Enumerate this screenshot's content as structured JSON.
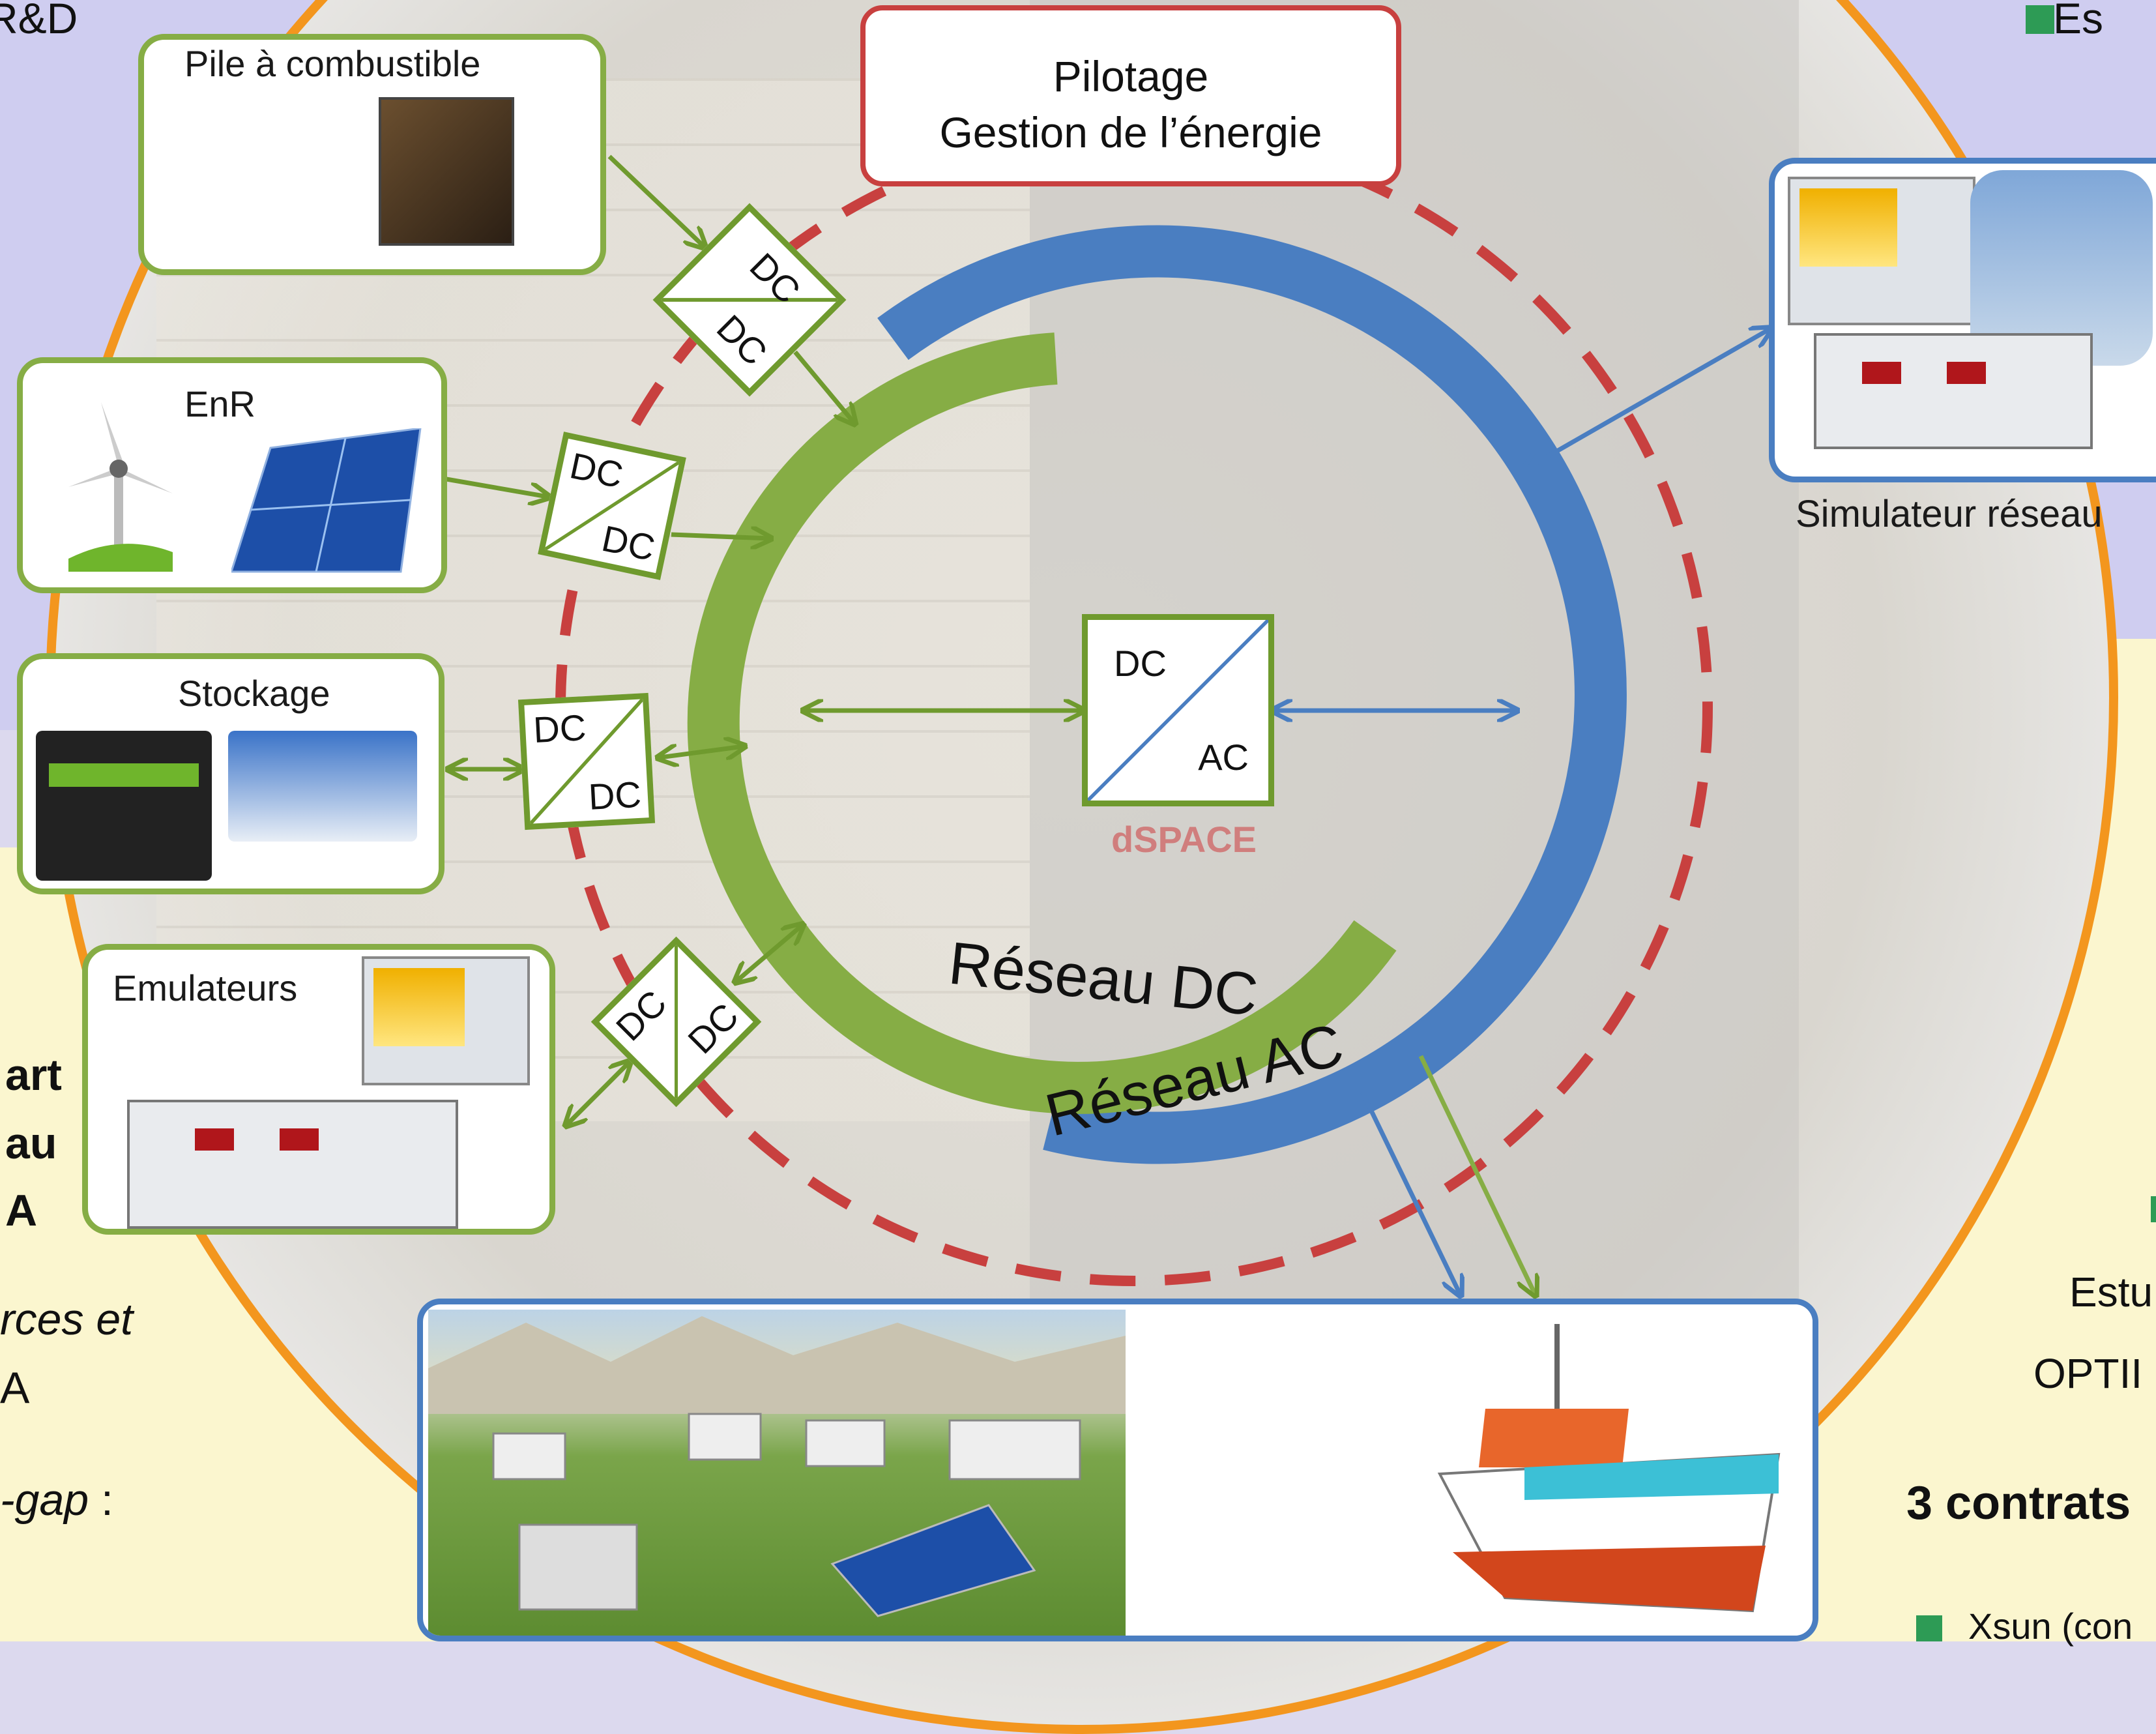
{
  "side_text": {
    "top_left": "R&D",
    "top_right": "Es",
    "left_1": "art",
    "left_2": "au",
    "left_3": "A",
    "left_italic_1": "rces et",
    "left_italic_2": "A",
    "left_italic_3": "-gap",
    "left_italic_3_tail": " :",
    "right_1": "Estu",
    "right_2": "OPTII",
    "right_bold": "3 contrats",
    "right_bottom": "Xsun (con"
  },
  "cards": {
    "fuel_cell": "Pile à combustible",
    "renewables": "EnR",
    "storage": "Stockage",
    "emulators": "Emulateurs",
    "grid_simulator": "Simulateur réseau"
  },
  "control": {
    "line1": "Pilotage",
    "line2": "Gestion de l’énergie"
  },
  "converters": {
    "dc": "DC",
    "ac": "AC"
  },
  "rings": {
    "dc_label": "Réseau DC",
    "ac_label": "Réseau AC"
  },
  "background_logo": "dSPACE",
  "colors": {
    "green": "#86ad45",
    "blue": "#4a7ec1",
    "red_dash": "#c8403f",
    "orange_border": "#f3961e"
  }
}
